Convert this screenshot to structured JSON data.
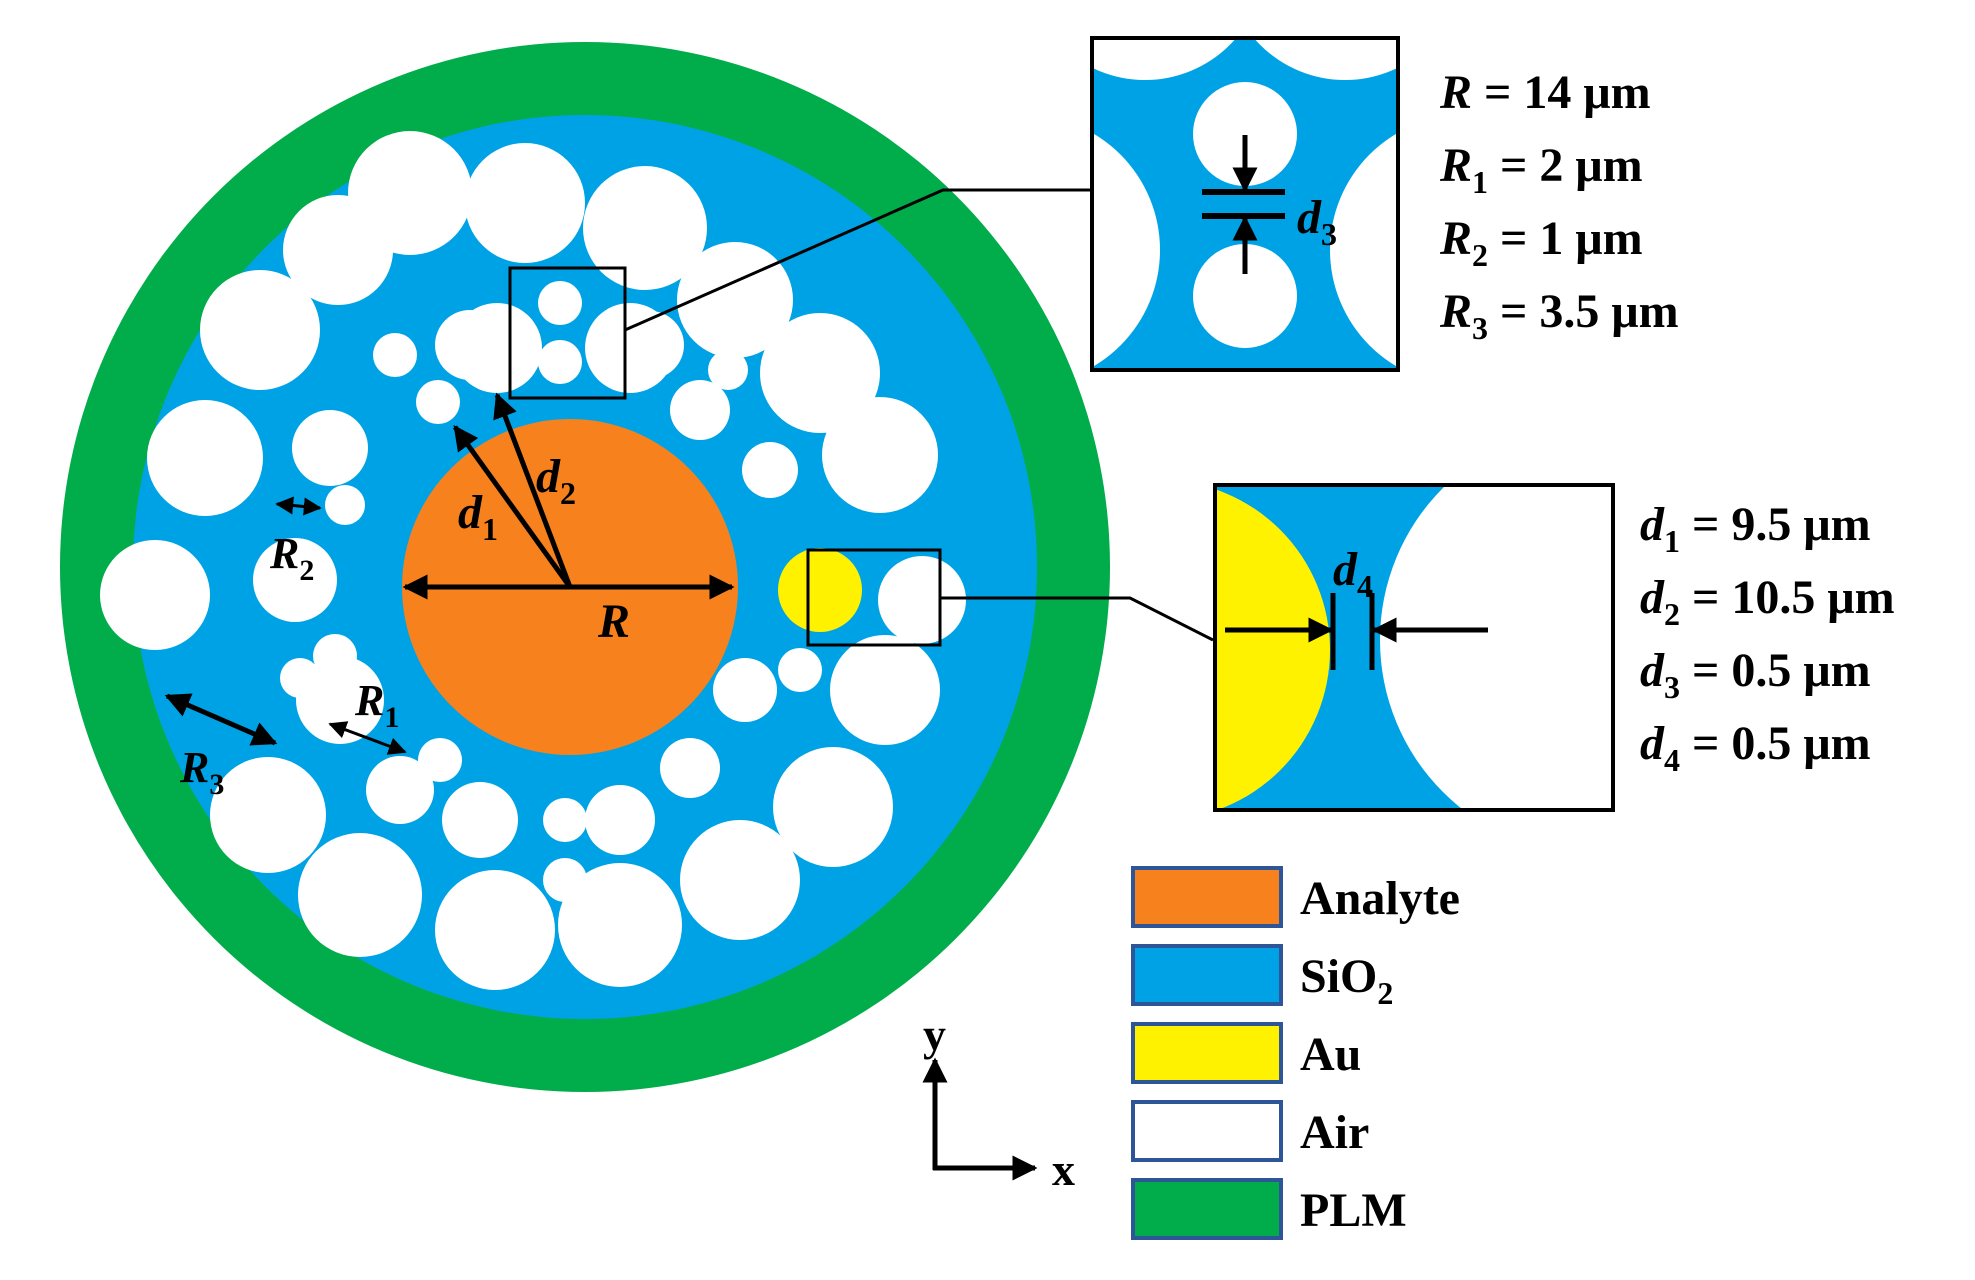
{
  "colors": {
    "analyte": "#f7811c",
    "sio2": "#00a2e6",
    "au": "#fff200",
    "air": "#ffffff",
    "plm": "#00ad4a",
    "legend_border": "#2e5597",
    "outline": "#000000"
  },
  "labels": {
    "R": "R",
    "R1": "R",
    "R1_sub": "1",
    "R2": "R",
    "R2_sub": "2",
    "R3": "R",
    "R3_sub": "3",
    "d1": "d",
    "d1_sub": "1",
    "d2": "d",
    "d2_sub": "2",
    "d3": "d",
    "d3_sub": "3",
    "d4": "d",
    "d4_sub": "4"
  },
  "params_top": [
    {
      "sym": "R",
      "sub": "",
      "rest": " = 14 μm"
    },
    {
      "sym": "R",
      "sub": "1",
      "rest": " = 2 μm"
    },
    {
      "sym": "R",
      "sub": "2",
      "rest": " = 1 μm"
    },
    {
      "sym": "R",
      "sub": "3",
      "rest": " = 3.5 μm"
    }
  ],
  "params_bottom": [
    {
      "sym": "d",
      "sub": "1",
      "rest": "  = 9.5 μm"
    },
    {
      "sym": "d",
      "sub": "2",
      "rest": " = 10.5 μm"
    },
    {
      "sym": "d",
      "sub": "3",
      "rest": " = 0.5 μm"
    },
    {
      "sym": "d",
      "sub": "4",
      "rest": " = 0.5 μm"
    }
  ],
  "legend": [
    {
      "label": "Analyte",
      "sub": "",
      "color_key": "analyte"
    },
    {
      "label": "SiO",
      "sub": "2",
      "color_key": "sio2"
    },
    {
      "label": "Au",
      "sub": "",
      "color_key": "au"
    },
    {
      "label": "Air",
      "sub": "",
      "color_key": "air"
    },
    {
      "label": "PLM",
      "sub": "",
      "color_key": "plm"
    }
  ],
  "axes": {
    "x": "x",
    "y": "y"
  }
}
